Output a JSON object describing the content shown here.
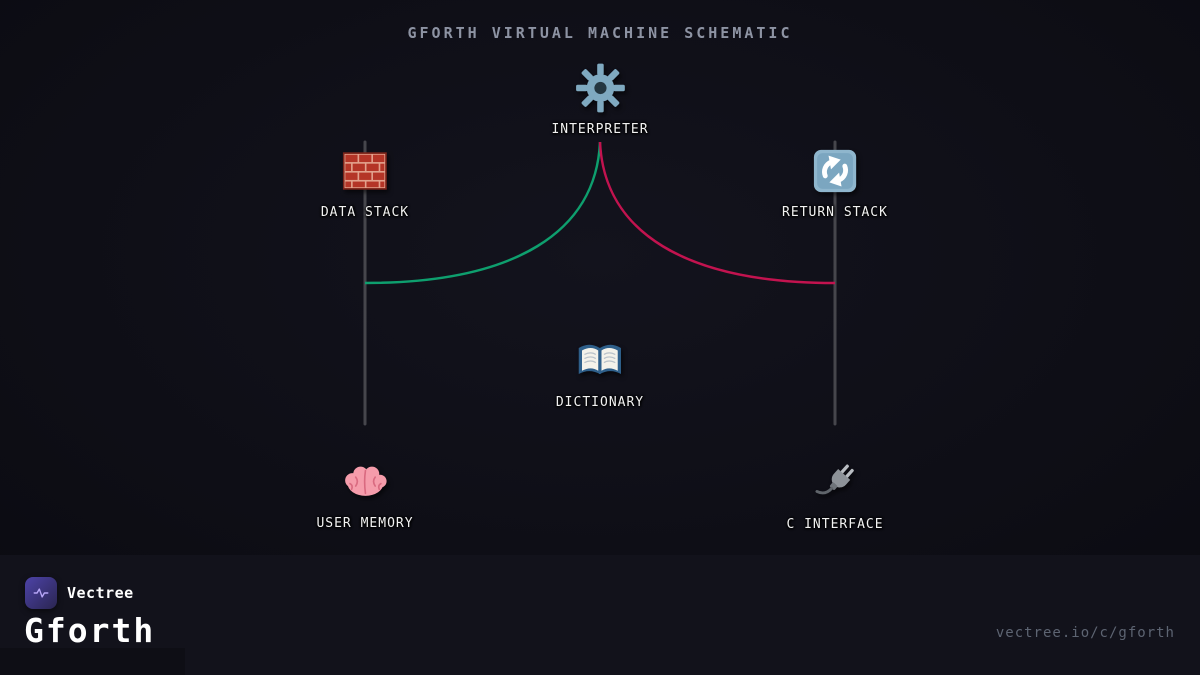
{
  "title": "GFORTH VIRTUAL MACHINE SCHEMATIC",
  "nodes": [
    {
      "label": "INTERPRETER",
      "icon": "gear-icon"
    },
    {
      "label": "DATA STACK",
      "icon": "brick-wall-icon"
    },
    {
      "label": "RETURN STACK",
      "icon": "return-arrows-icon"
    },
    {
      "label": "DICTIONARY",
      "icon": "open-book-icon"
    },
    {
      "label": "USER MEMORY",
      "icon": "brain-icon"
    },
    {
      "label": "C INTERFACE",
      "icon": "plug-icon"
    }
  ],
  "colors": {
    "data_edge": "#0e9f6e",
    "return_edge": "#c2134f",
    "stack_line": "#46464c"
  },
  "footer": {
    "brand": "Vectree",
    "product": "Gforth",
    "url": "vectree.io/c/gforth"
  }
}
